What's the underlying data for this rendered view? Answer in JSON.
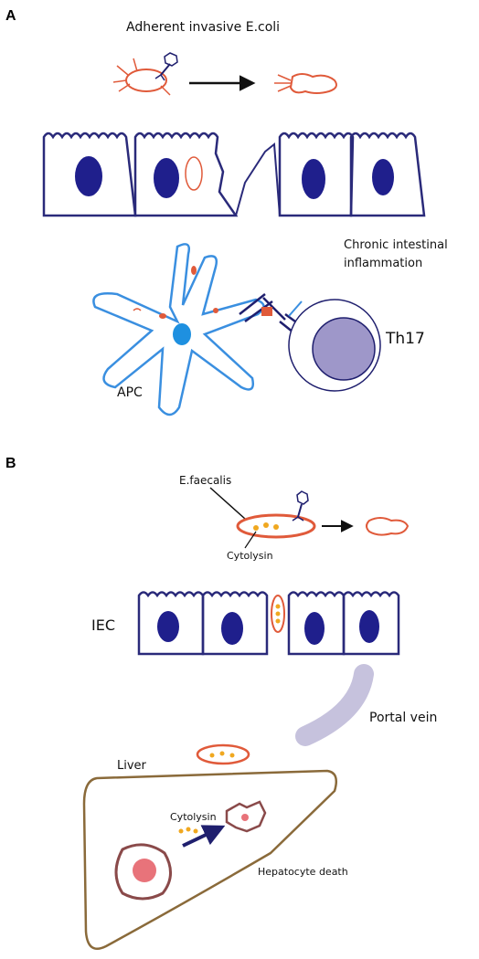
{
  "panel_a": {
    "letter": "A",
    "title": "Adherent invasive E.coli",
    "inflammation_line1": "Chronic intestinal",
    "inflammation_line2": "inflammation",
    "apc_label": "APC",
    "th17_label": "Th17"
  },
  "panel_b": {
    "letter": "B",
    "bacterium_label": "E.faecalis",
    "toxin_label": "Cytolysin",
    "iec_label": "IEC",
    "portal_label": "Portal vein",
    "liver_label": "Liver",
    "liver_toxin_label": "Cytolysin",
    "death_label": "Hepatocyte death"
  },
  "colors": {
    "epithelium": "#2a2a7a",
    "nucleus": "#1f1f8c",
    "bacterium": "#e05a3a",
    "apc": "#3a8fe0",
    "th17_nucleus": "#9e97c9",
    "portal_vein": "#c6c2dd",
    "liver": "#8a6a3a",
    "hepatocyte": "#8a4a4a",
    "cytolysin": "#f0a820"
  }
}
